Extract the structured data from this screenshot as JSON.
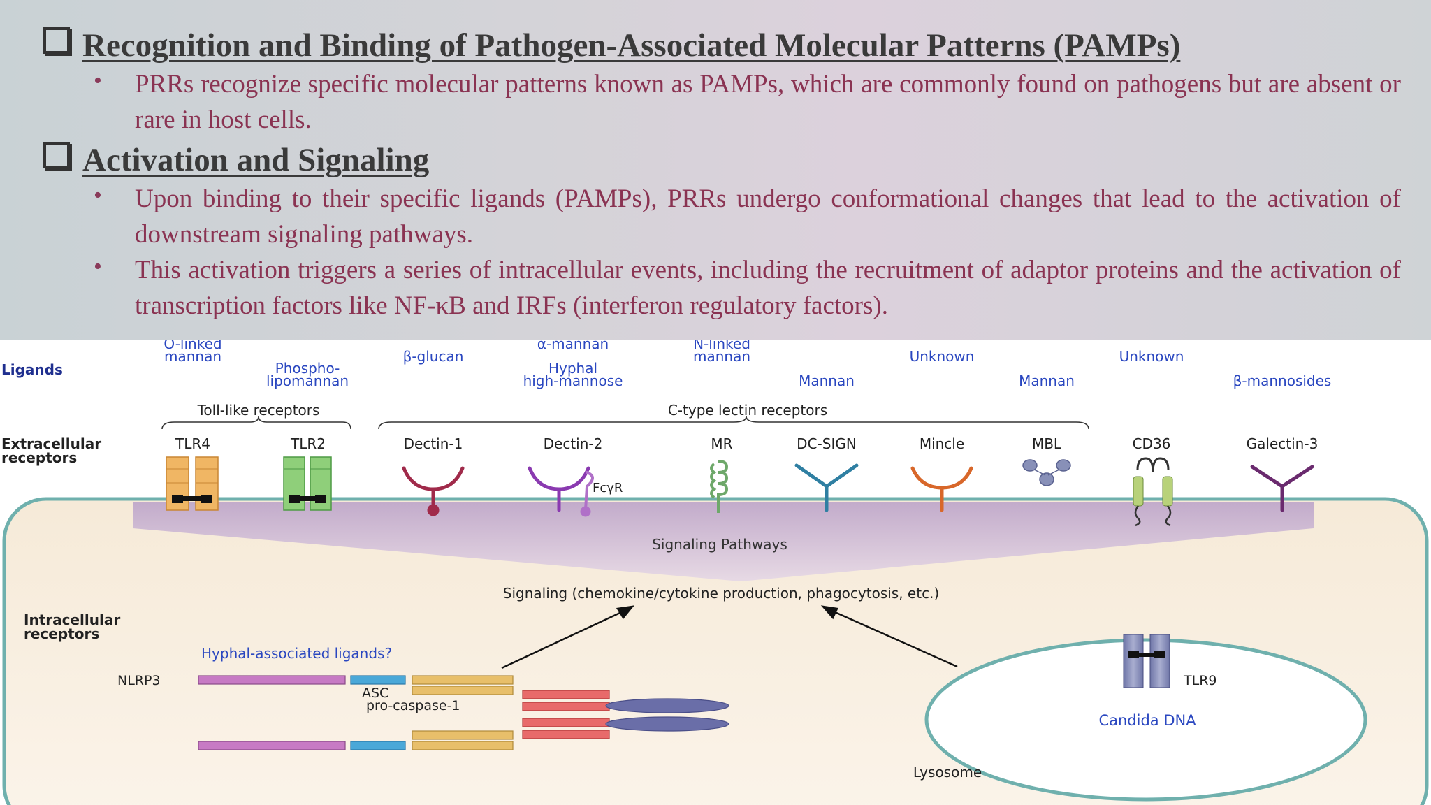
{
  "sections": [
    {
      "heading": "Recognition and Binding of Pathogen-Associated Molecular Patterns (PAMPs)",
      "bullets": [
        "PRRs recognize specific molecular patterns known as PAMPs, which are commonly found on pathogens but are absent or rare in host cells."
      ]
    },
    {
      "heading": "Activation and Signaling",
      "bullets": [
        "Upon binding to their specific ligands (PAMPs), PRRs undergo conformational changes that lead to the activation of downstream signaling pathways.",
        "This activation triggers a series of intracellular events, including the recruitment of adaptor proteins and the activation of transcription factors like NF-κB and IRFs (interferon regulatory factors)."
      ]
    }
  ],
  "bullet_symbol": "•",
  "diagram": {
    "row_labels": {
      "ligands": "Ligands",
      "extracellular_1": "Extracellular",
      "extracellular_2": "receptors",
      "intracellular_1": "Intracellular",
      "intracellular_2": "receptors"
    },
    "ligands": {
      "o_linked_1": "O-linked",
      "o_linked_2": "mannan",
      "phospho_1": "Phospho-",
      "phospho_2": "lipomannan",
      "beta_glucan": "β-glucan",
      "alpha_mannan": "α-mannan",
      "hyphal_1": "Hyphal",
      "hyphal_2": "high-mannose",
      "n_linked_1": "N-linked",
      "n_linked_2": "mannan",
      "mannan_dcsign": "Mannan",
      "unknown_mincle": "Unknown",
      "mannan_mbl": "Mannan",
      "unknown_cd36": "Unknown",
      "beta_mannosides": "β-mannosides"
    },
    "groups": {
      "tlr": "Toll-like receptors",
      "ctype": "C-type lectin receptors"
    },
    "receptors": {
      "tlr4": "TLR4",
      "tlr2": "TLR2",
      "dectin1": "Dectin-1",
      "dectin2": "Dectin-2",
      "fcgr": "FcγR",
      "mr": "MR",
      "dcsign": "DC-SIGN",
      "mincle": "Mincle",
      "mbl": "MBL",
      "cd36": "CD36",
      "galectin3": "Galectin-3"
    },
    "signaling_pathways": "Signaling Pathways",
    "signaling_text": "Signaling (chemokine/cytokine production, phagocytosis, etc.)",
    "hyphal_ligands": "Hyphal-associated ligands?",
    "nlrp3": "NLRP3",
    "asc": "ASC",
    "pro_caspase": "pro-caspase-1",
    "tlr9": "TLR9",
    "candida_dna": "Candida DNA",
    "lysosome": "Lysosome"
  }
}
